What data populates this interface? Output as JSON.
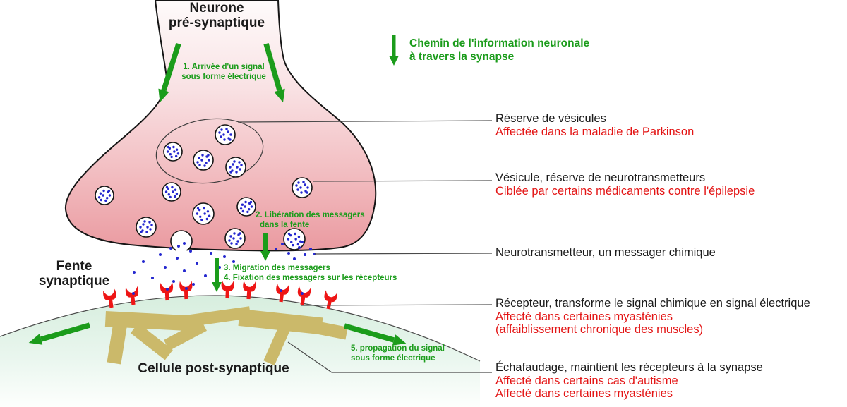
{
  "colors": {
    "green": "#1b9c1b",
    "red_text": "#e31414",
    "receptor_red": "#ee1515",
    "scaffold_tan": "#cbb96a",
    "dot_blue": "#2427cf",
    "ink": "#1a1a1a",
    "leader_gray": "#4a4a4a"
  },
  "header": {
    "arrow_icon": "down-arrow-icon",
    "line1": "Chemin de l'information neuronale",
    "line2": "à travers la synapse"
  },
  "regions": {
    "presynaptic_line1": "Neurone",
    "presynaptic_line2": "pré-synaptique",
    "cleft_line1": "Fente",
    "cleft_line2": "synaptique",
    "postsynaptic": "Cellule post-synaptique"
  },
  "steps": {
    "step1_line1": "1. Arrivée d'un signal",
    "step1_line2": "sous forme électrique",
    "step2_line1": "2. Libération des messagers",
    "step2_line2": "dans la fente",
    "step3": "3. Migration des messagers",
    "step4": "4. Fixation des messagers sur les récepteurs",
    "step5_line1": "5. propagation du signal",
    "step5_line2": "sous forme électrique"
  },
  "annotations": [
    {
      "title": "Réserve de vésicules",
      "notes": [
        "Affectée dans la maladie de Parkinson"
      ]
    },
    {
      "title": "Vésicule, réserve de neurotransmetteurs",
      "notes": [
        "Ciblée par certains médicaments contre l'épilepsie"
      ]
    },
    {
      "title": "Neurotransmetteur, un messager chimique",
      "notes": []
    },
    {
      "title": "Récepteur, transforme le signal chimique en signal électrique",
      "notes": [
        "Affecté dans certaines myasténies",
        "(affaiblissement chronique des muscles)"
      ]
    },
    {
      "title": "Échafaudage, maintient les récepteurs à la synapse",
      "notes": [
        "Affecté dans certains cas d'autisme",
        "Affecté dans certaines myasténies"
      ]
    }
  ]
}
